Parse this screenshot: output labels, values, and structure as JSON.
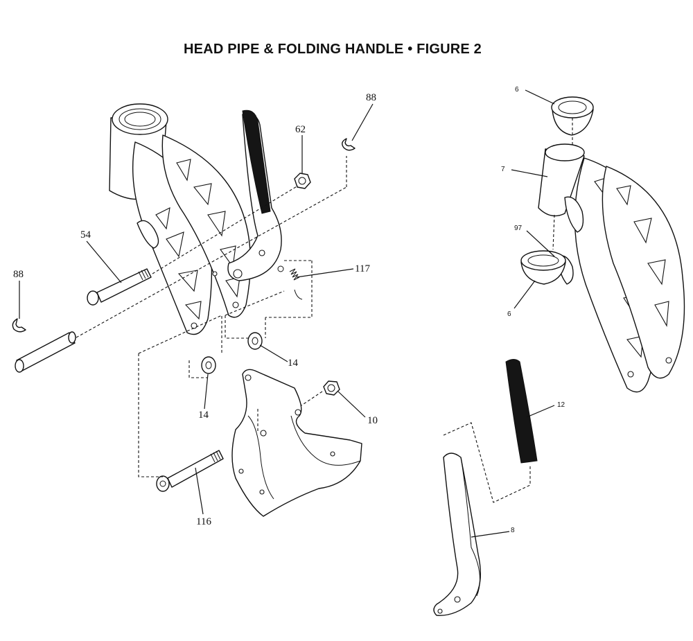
{
  "title": "HEAD PIPE & FOLDING HANDLE  •  FIGURE 2",
  "callouts": {
    "c88_top": "88",
    "c62": "62",
    "c54": "54",
    "c88_left": "88",
    "c117": "117",
    "c14_right": "14",
    "c14_left": "14",
    "c10": "10",
    "c116": "116",
    "c6_top": "6",
    "c7": "7",
    "c97": "97",
    "c6_bottom": "6",
    "c12": "12",
    "c8": "8"
  }
}
